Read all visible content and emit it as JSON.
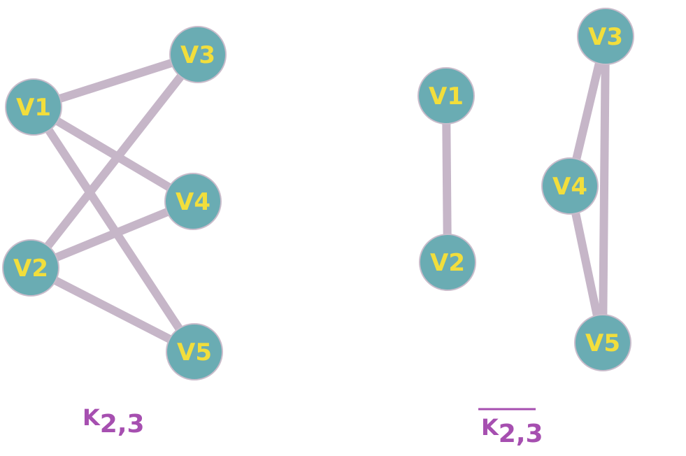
{
  "colors": {
    "node_fill": "#6aacb3",
    "node_label": "#f2de3c",
    "edge": "#c6b6c8",
    "caption": "#a64fb0"
  },
  "graphs": [
    {
      "id": "k23",
      "caption": {
        "base": "K",
        "subscript": "2,3",
        "overline": false
      },
      "nodes": [
        {
          "id": "v1",
          "label": "V1"
        },
        {
          "id": "v2",
          "label": "V2"
        },
        {
          "id": "v3",
          "label": "V3"
        },
        {
          "id": "v4",
          "label": "V4"
        },
        {
          "id": "v5",
          "label": "V5"
        }
      ],
      "edges": [
        [
          "v1",
          "v3"
        ],
        [
          "v1",
          "v4"
        ],
        [
          "v1",
          "v5"
        ],
        [
          "v2",
          "v3"
        ],
        [
          "v2",
          "v4"
        ],
        [
          "v2",
          "v5"
        ]
      ]
    },
    {
      "id": "k23-complement",
      "caption": {
        "base": "K",
        "subscript": "2,3",
        "overline": true
      },
      "nodes": [
        {
          "id": "v1",
          "label": "V1"
        },
        {
          "id": "v2",
          "label": "V2"
        },
        {
          "id": "v3",
          "label": "V3"
        },
        {
          "id": "v4",
          "label": "V4"
        },
        {
          "id": "v5",
          "label": "V5"
        }
      ],
      "edges": [
        [
          "v1",
          "v2"
        ],
        [
          "v3",
          "v4"
        ],
        [
          "v3",
          "v5"
        ],
        [
          "v4",
          "v5"
        ]
      ]
    }
  ]
}
